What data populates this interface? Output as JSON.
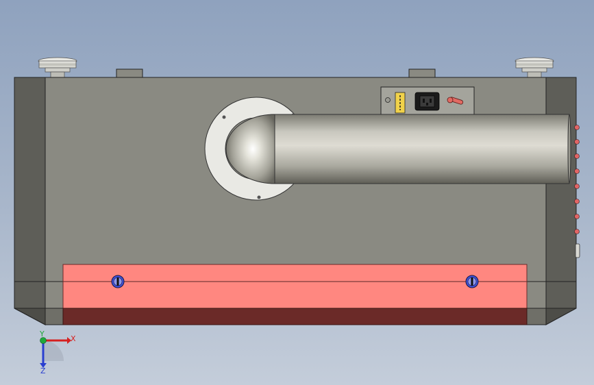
{
  "viewport": {
    "background_top": "#8fa2be",
    "background_bottom": "#c4cdda"
  },
  "model": {
    "body_color": "#8a8a82",
    "side_panel_color": "#5e5e58",
    "highlight_panel_color": "#ff8780",
    "highlight_panel_bottom_color": "#6b2a28",
    "pipe_color": "#b9b8ae",
    "flange_color": "#e9e9e4"
  },
  "triad": {
    "x_label": "X",
    "y_label": "Y",
    "z_label": "Z",
    "x_color": "#d62020",
    "y_color": "#1fa83a",
    "z_color": "#2a3fd0"
  }
}
